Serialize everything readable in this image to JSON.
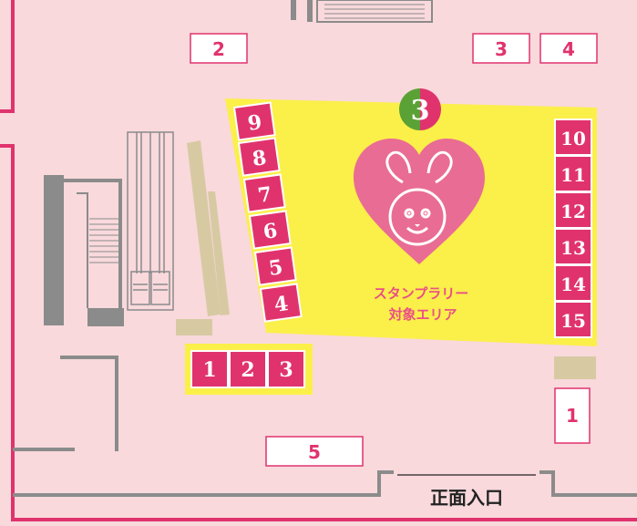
{
  "colors": {
    "background": "#f9d9dc",
    "border": "#e0336e",
    "booth_fill": "#e0336e",
    "booth_text": "#ffffff",
    "outline_box_text": "#e0336e",
    "highlight": "#fbef4a",
    "wall": "#8b8b8b",
    "tan": "#d7caa3",
    "heart": "#e96c94",
    "stamp_label": "#ea4f86",
    "badge_green": "#5aa136",
    "badge_pink": "#e0336e"
  },
  "badge": {
    "label": "3"
  },
  "stamp_area": {
    "line1": "スタンプラリー",
    "line2": "対象エリア"
  },
  "entrance": {
    "label": "正面入口"
  },
  "outline_boxes": {
    "top_left_2": "2",
    "top_right_3": "3",
    "top_right_4": "4",
    "right_1": "1",
    "bottom_5": "5"
  },
  "booths": {
    "bottom_row": [
      "1",
      "2",
      "3"
    ],
    "diagonal": [
      "9",
      "8",
      "7",
      "6",
      "5",
      "4"
    ],
    "right_column": [
      "10",
      "11",
      "12",
      "13",
      "14",
      "15"
    ]
  },
  "icons": {
    "mascot": "bunny-heart-mascot-icon"
  }
}
